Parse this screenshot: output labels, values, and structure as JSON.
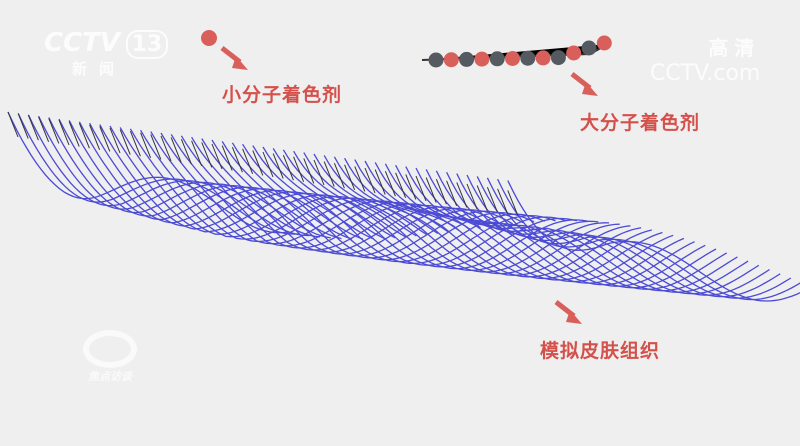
{
  "channel_logo": {
    "brand": "CCTV",
    "number": "13",
    "name": "新闻"
  },
  "hd_logo": {
    "badge": "高清",
    "site": "CCTV.com"
  },
  "program_watermark": "焦点访谈",
  "labels": {
    "small_molecule": "小分子着色剂",
    "large_molecule": "大分子着色剂",
    "skin_tissue": "模拟皮肤组织"
  },
  "colors": {
    "label": "#d4504a",
    "fiber": "#4b4bd6",
    "bead_red": "#d9605a",
    "bead_dark": "#555a60",
    "background": "#efefef"
  }
}
